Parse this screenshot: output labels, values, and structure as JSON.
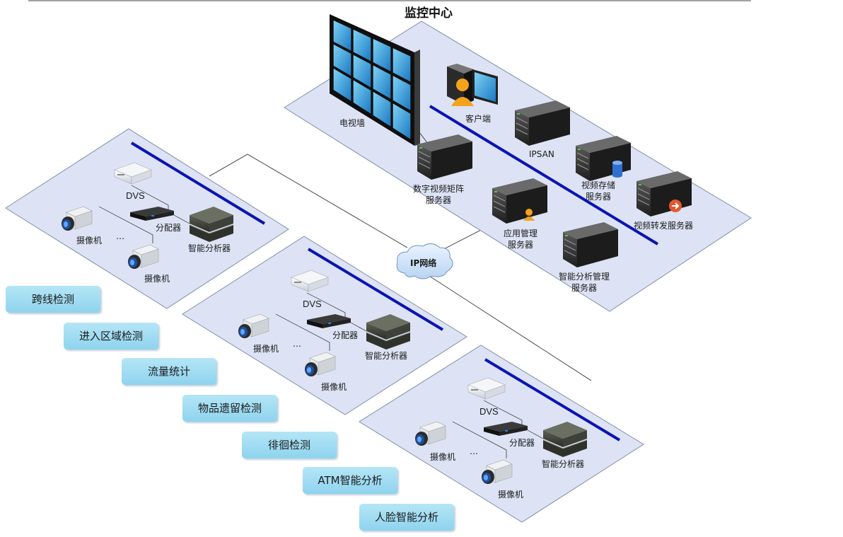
{
  "title": "监控中心",
  "network": {
    "label": "IP网络"
  },
  "center": {
    "video_wall": "电视墙",
    "client": "客户端",
    "ipsan": "IPSAN",
    "digital_matrix": [
      "数字视频矩阵",
      "服务器"
    ],
    "video_storage": [
      "视频存储",
      "服务器"
    ],
    "app_management": [
      "应用管理",
      "服务器"
    ],
    "video_forwarding": "视频转发服务器",
    "analytics_management": [
      "智能分析管理",
      "服务器"
    ]
  },
  "sites": [
    {
      "dvs": "DVS",
      "splitter": "分配器",
      "analyzer": "智能分析器",
      "camera_1": "摄像机",
      "camera_2": "摄像机",
      "ellipsis": "…"
    },
    {
      "dvs": "DVS",
      "splitter": "分配器",
      "analyzer": "智能分析器",
      "camera_1": "摄像机",
      "camera_2": "摄像机",
      "ellipsis": "…"
    },
    {
      "dvs": "DVS",
      "splitter": "分配器",
      "analyzer": "智能分析器",
      "camera_1": "摄像机",
      "camera_2": "摄像机",
      "ellipsis": "…"
    }
  ],
  "features": [
    "跨线检测",
    "进入区域检测",
    "流量统计",
    "物品遗留检测",
    "徘徊检测",
    "ATM智能分析",
    "人脸智能分析"
  ],
  "colors": {
    "platform_fill": "#dde3f4",
    "platform_stroke": "#7f8fa8",
    "bus": "#0a14b4",
    "feature_fill": "#9fdcf2"
  }
}
